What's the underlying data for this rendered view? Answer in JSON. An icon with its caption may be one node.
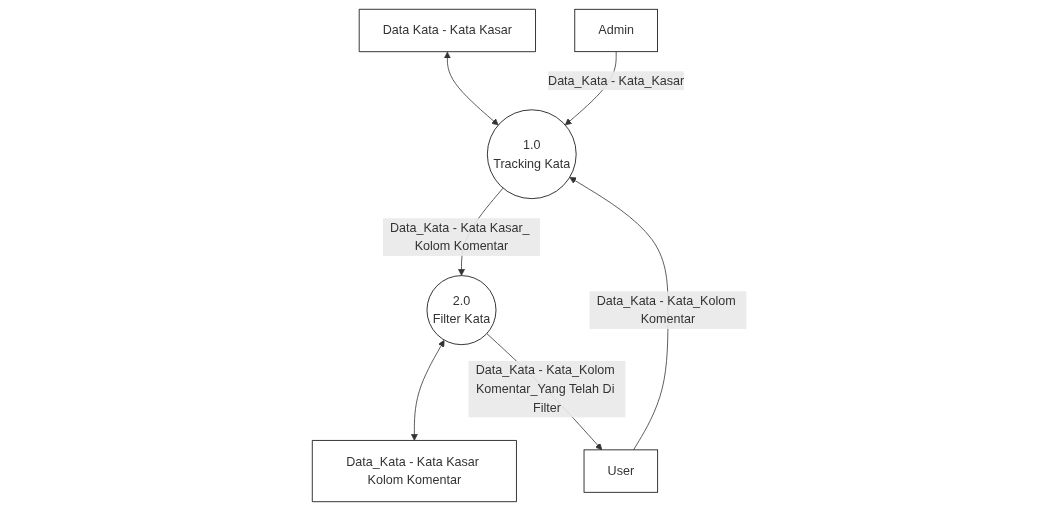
{
  "diagram": {
    "nodes": [
      {
        "text": [
          "Data Kata - Kata Kasar"
        ]
      },
      {
        "text": [
          "1.0",
          "Tracking Kata"
        ]
      },
      {
        "text": [
          "Admin"
        ]
      },
      {
        "text": [
          "User"
        ]
      },
      {
        "text": [
          "Data_Kata - Kata Kasar Kolom Komentar"
        ]
      },
      {
        "text": [
          "2.0",
          "Filter Kata"
        ]
      }
    ],
    "edges": [
      {
        "from": 0,
        "to": 1,
        "arrow": "both"
      },
      {
        "from": 2,
        "to": 1,
        "arrow": "to",
        "label": "Data_Kata - Kata_Kasar"
      },
      {
        "from": 3,
        "to": 1,
        "arrow": "to",
        "label": "Data_Kata - Kata_Kolom Komentar"
      },
      {
        "from": 1,
        "to": 5,
        "arrow": "to",
        "label": "Data_Kata - Kata Kasar_ Kolom Komentar"
      },
      {
        "from": 5,
        "to": 4,
        "arrow": "both"
      },
      {
        "from": 5,
        "to": 3,
        "arrow": "to",
        "label": "Data_Kata - Kata_Kolom Komentar_Yang Telah Di Filter"
      }
    ]
  }
}
